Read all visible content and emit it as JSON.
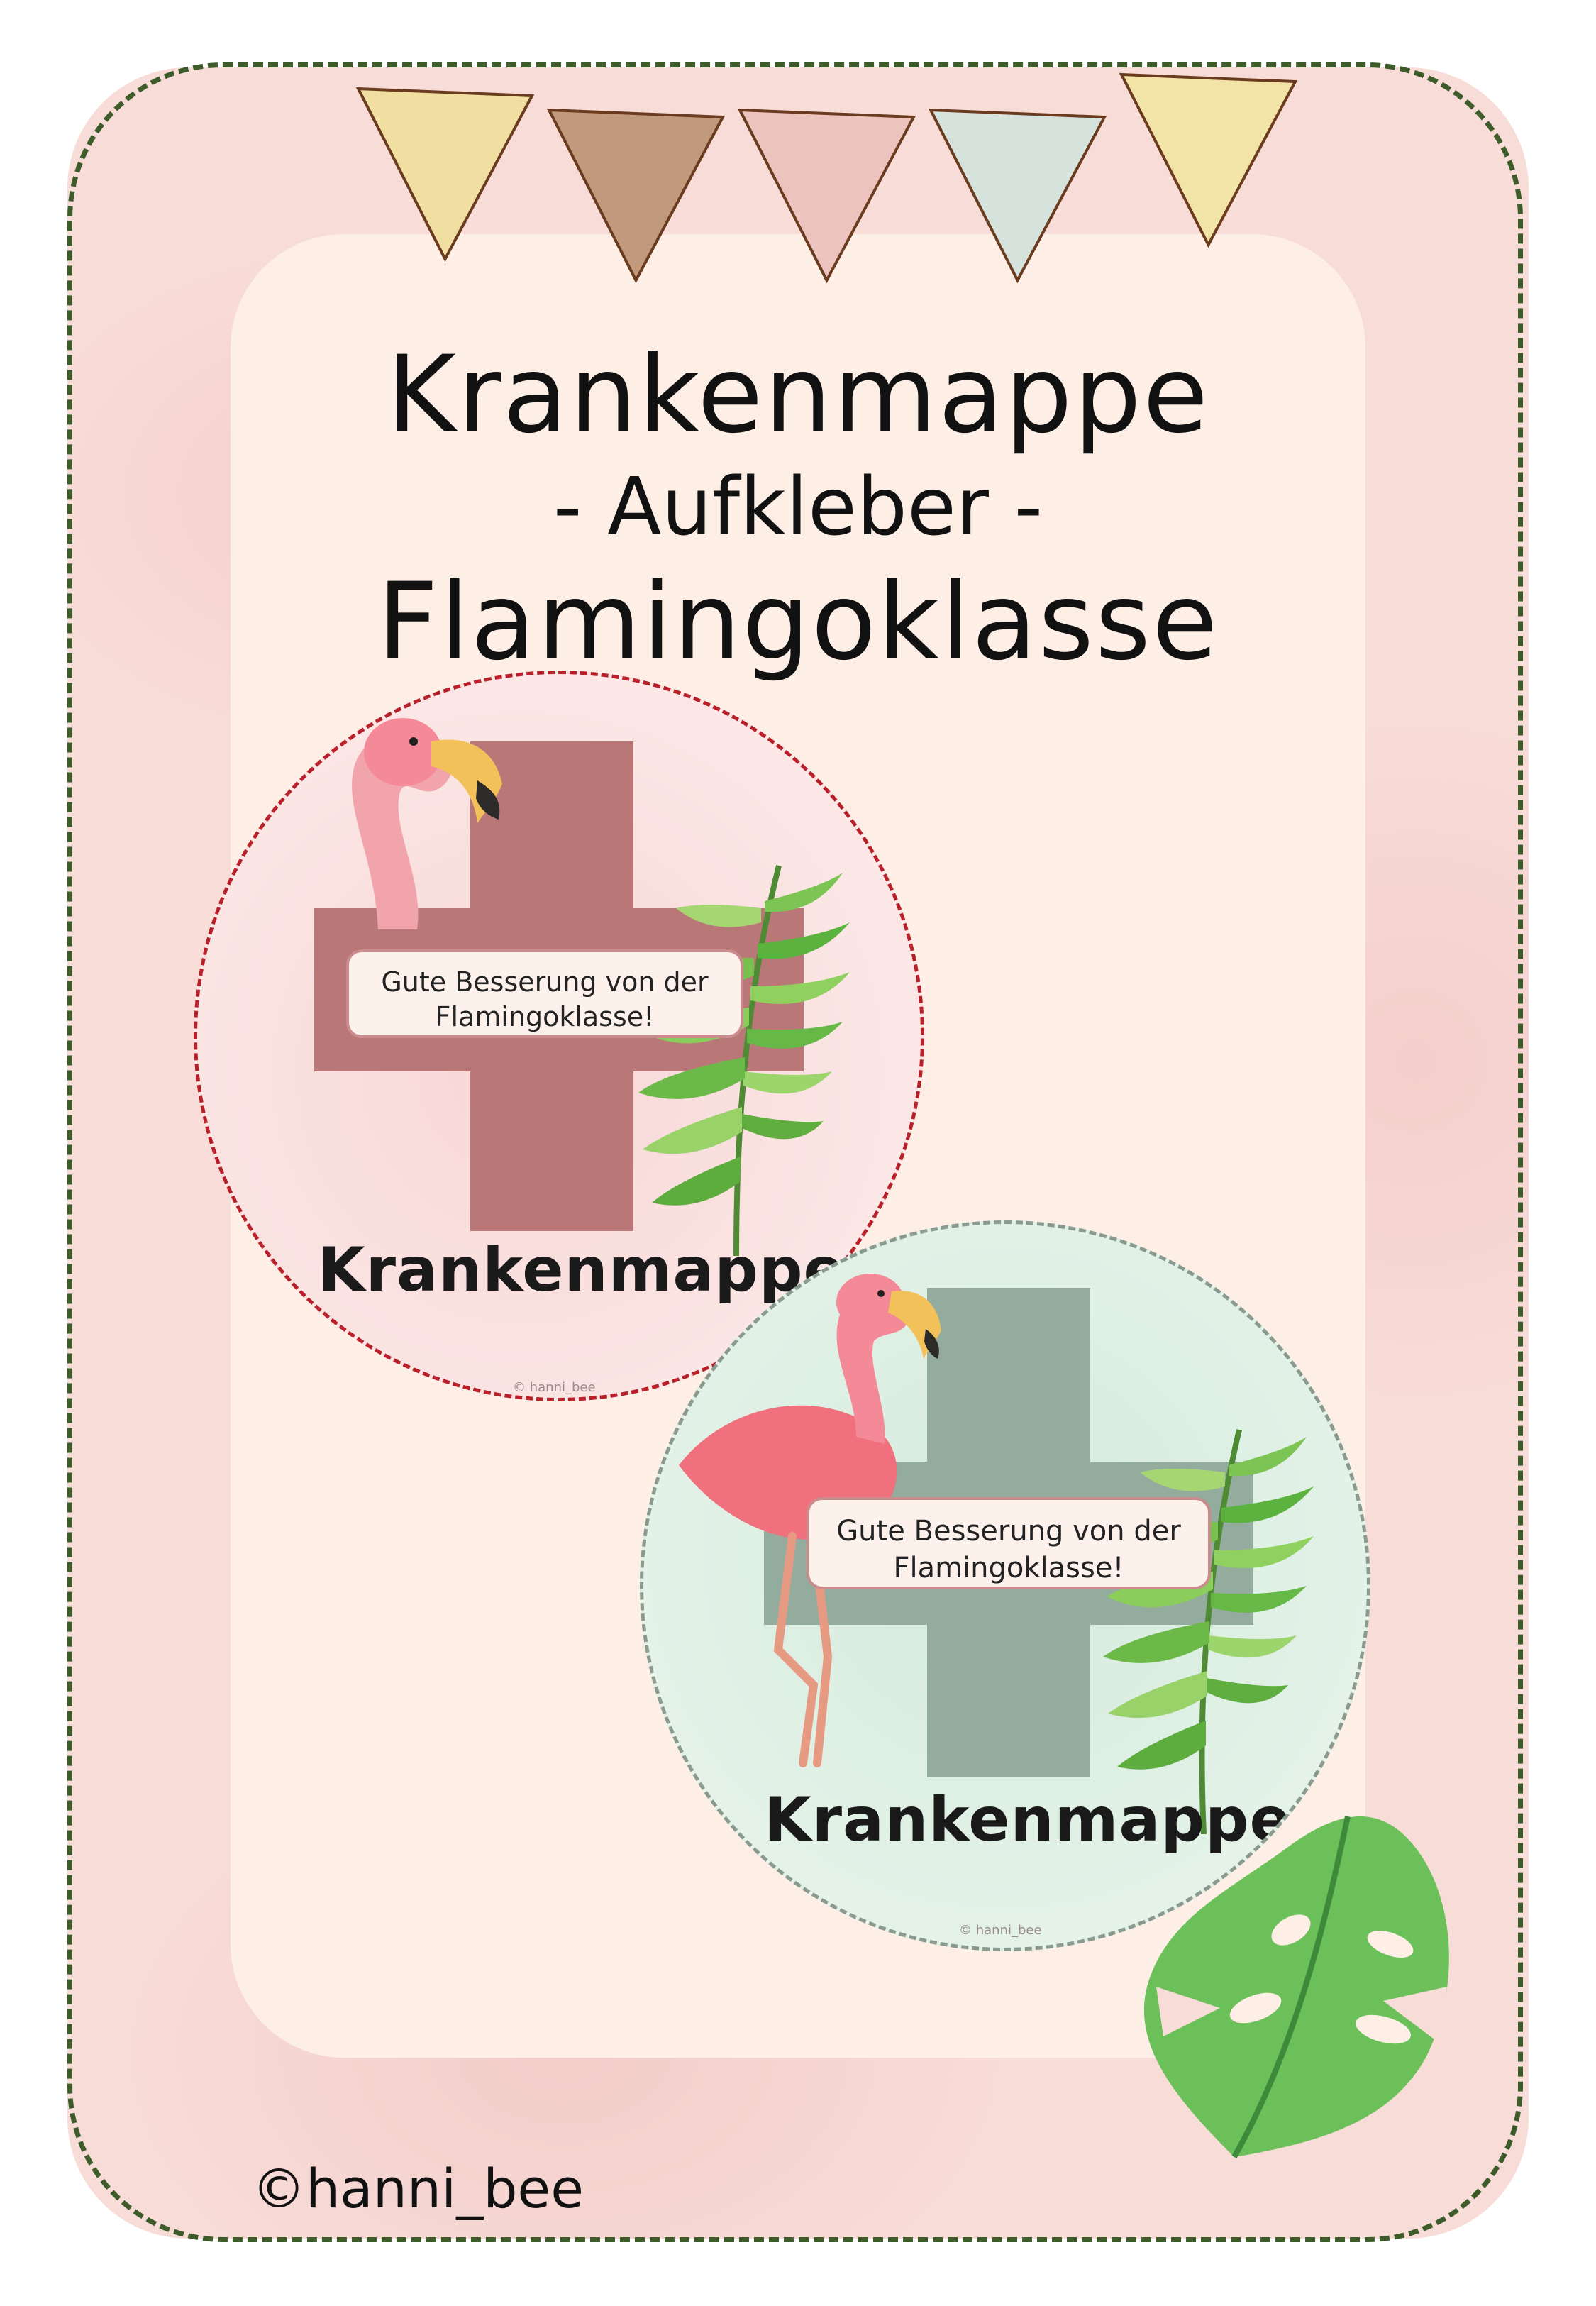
{
  "title": {
    "line1": "Krankenmappe",
    "line2": "- Aufkleber -",
    "line3": "Flamingoklasse"
  },
  "stickers": [
    {
      "message_line1": "Gute Besserung von der",
      "message_line2": "Flamingoklasse!",
      "label": "Krankenmappe",
      "watermark": "© hanni_bee",
      "cross_color": "#b97877",
      "border_color": "#b9202a"
    },
    {
      "message_line1": "Gute Besserung von der",
      "message_line2": "Flamingoklasse!",
      "label": "Krankenmappe",
      "watermark": "© hanni_bee",
      "cross_color": "#94ac9e",
      "border_color": "#8a9a8f"
    }
  ],
  "credit": "©hanni_bee",
  "colors": {
    "frame": "#3d5c2a",
    "background": "#f8dcd8",
    "panel": "#fdeee6"
  },
  "bunting": [
    "#f0dfa0",
    "#c19a7e",
    "#ecc4bd",
    "#d6e2dc",
    "#f2e4a6"
  ],
  "icons": [
    "bunting-icon",
    "flamingo-icon",
    "fern-leaf-icon",
    "monstera-leaf-icon",
    "medical-cross-icon"
  ]
}
